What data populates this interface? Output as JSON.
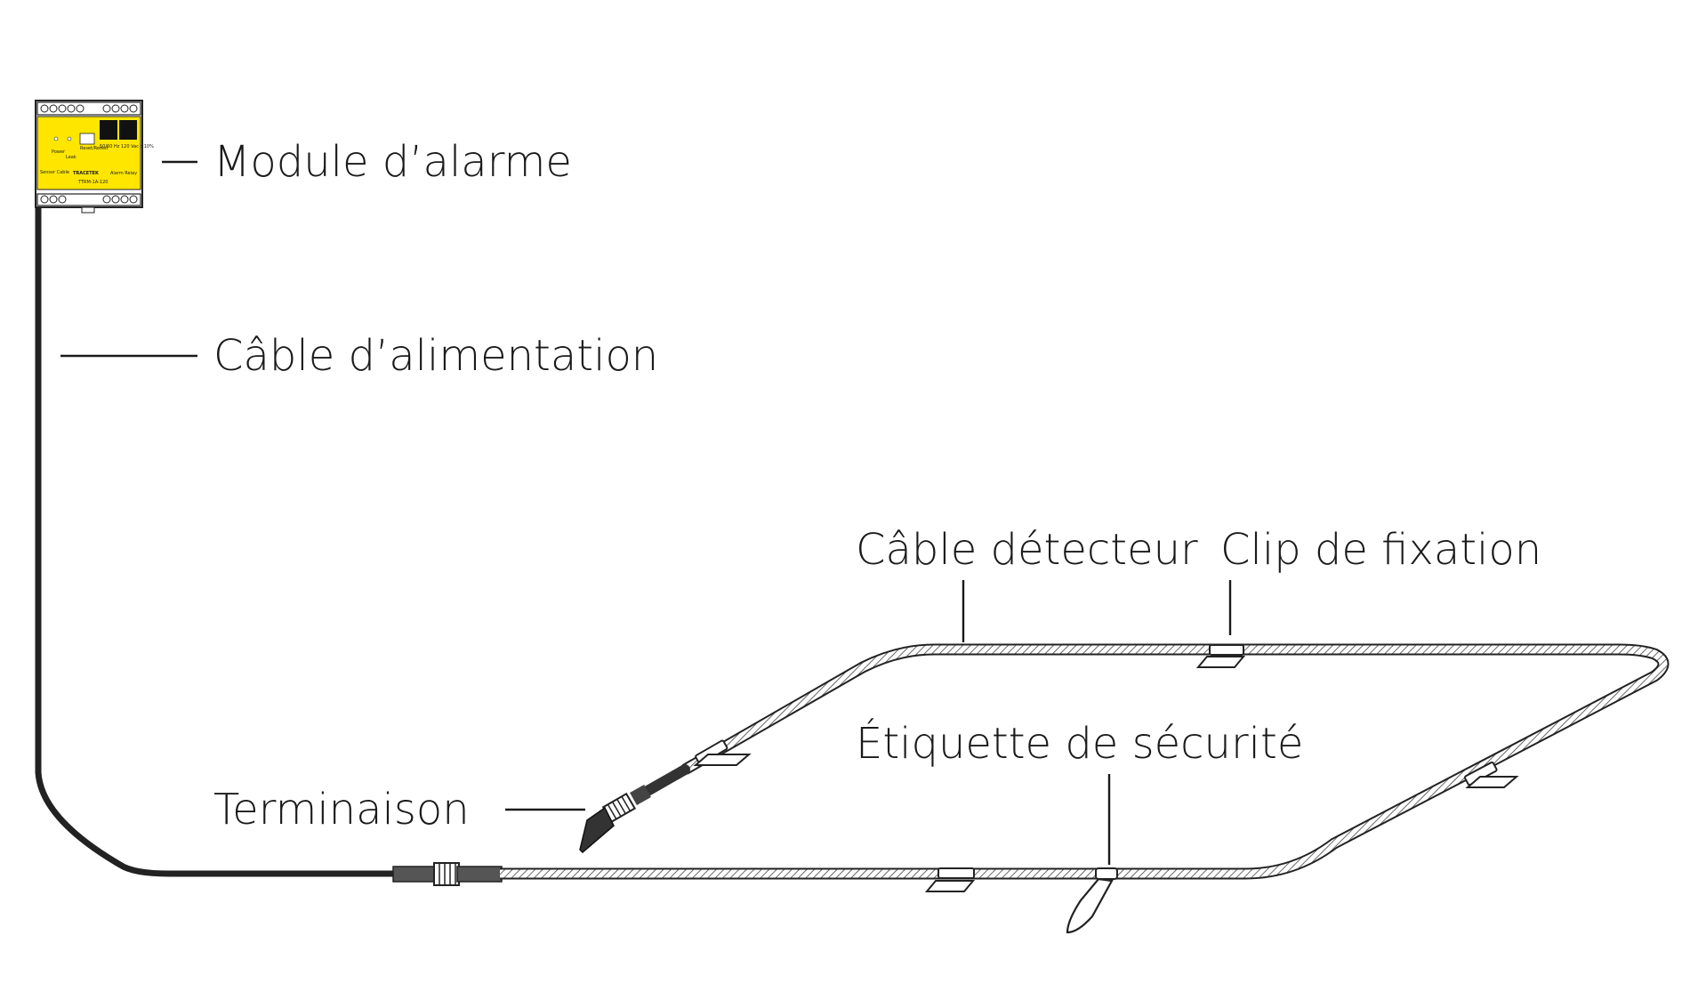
{
  "labels": {
    "alarm_module": "Module d’alarme",
    "power_cable": "Câble d’alimentation",
    "sensing_cable": "Câble détecteur",
    "hold_down_clip": "Clip de fixation",
    "safety_tag": "Étiquette de sécurité",
    "end_termination": "Terminaison"
  },
  "module": {
    "brand": "TRACETEK",
    "product": "Alarm Relay",
    "model": "TTRM-1A-120",
    "caption_left": "Sensor Cable",
    "rating": "50/60 Hz 120 Vac ±10%",
    "power_led": "Power",
    "leak_led": "Leak",
    "reset_label": "Reset/Retest"
  },
  "colors": {
    "module_yellow": "#ffe600",
    "cable_dark": "#222222",
    "sensing_cable_outline": "#333333",
    "text": "#1a1a1a"
  }
}
